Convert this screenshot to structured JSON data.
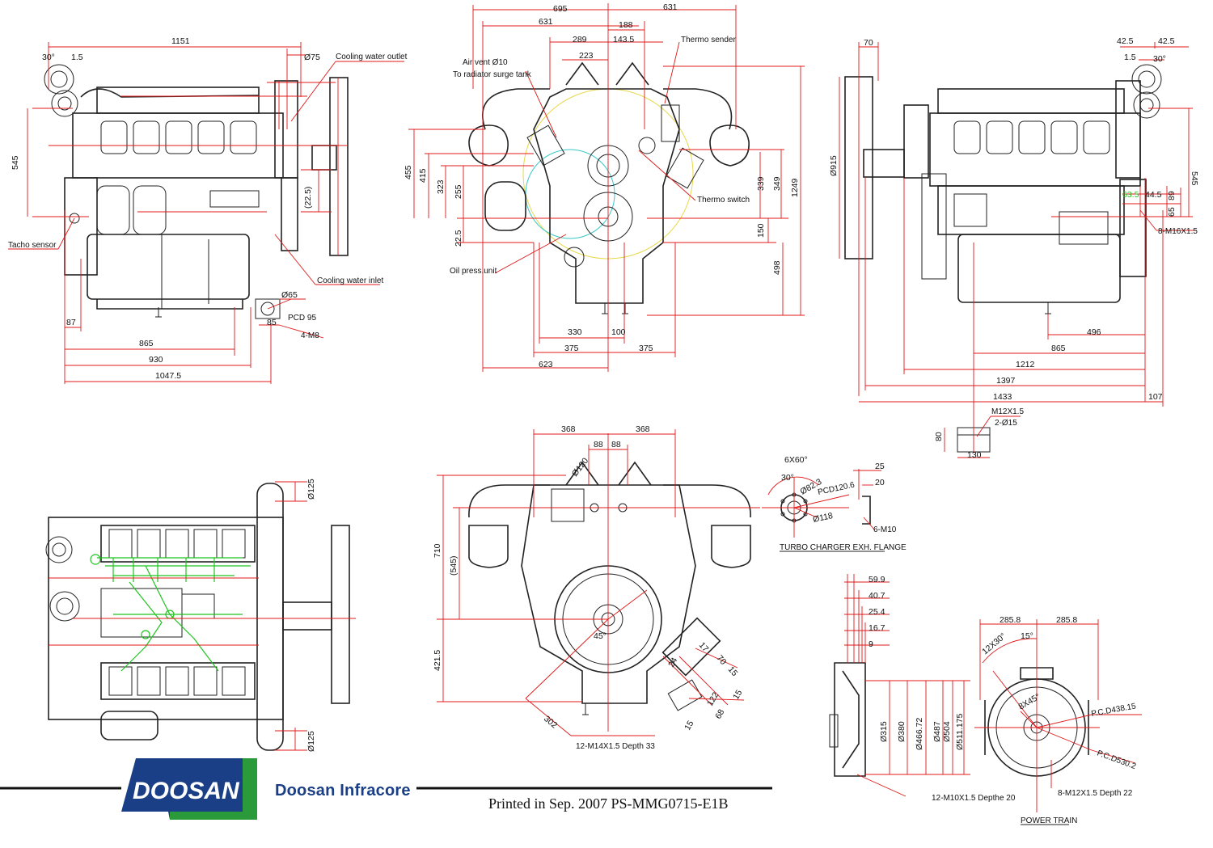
{
  "brand": {
    "logo_text": "DOOSAN",
    "company": "Doosan Infracore"
  },
  "footer": {
    "printed": "Printed in Sep. 2007 PS-MMG0715-E1B"
  },
  "colors": {
    "dimension_lines": "#e01818",
    "outline": "#222222",
    "fuel_lines": "#1fc41f",
    "brand_blue": "#1a3f86",
    "brand_green": "#2a9a3a"
  },
  "callouts": {
    "cooling_water_outlet": "Cooling water outlet",
    "cooling_water_inlet": "Cooling water inlet",
    "tacho_sensor": "Tacho sensor",
    "air_vent": "Air vent Ø10",
    "to_radiator": "To radiator surge tank",
    "thermo_sender": "Thermo sender",
    "thermo_switch": "Thermo switch",
    "oil_press_unit": "Oil press.unit",
    "pcd95": "PCD 95",
    "m8": "4-M8",
    "m16": "8-M16X1.5",
    "m12": "M12X1.5",
    "d15": "2-Ø15",
    "m14": "12-M14X1.5 Depth 33",
    "m10": "6-M10",
    "pcd1206": "PCD120.6",
    "turbo_flange": "TURBO CHARGER EXH. FLANGE",
    "m10x": "12-M10X1.5 Depthe 20",
    "m12x": "8-M12X1.5 Depth 22",
    "pc438": "P.C.D438.15",
    "pc530": "P.C.D530.2",
    "power_train": "POWER TRAIN"
  },
  "dims": {
    "tl": {
      "d1151": "1151",
      "d30": "30°",
      "d15": "1.5",
      "d75": "Ø75",
      "d545": "545",
      "d225": "(22.5)",
      "d87": "87",
      "d865": "865",
      "d930": "930",
      "d10475": "1047.5",
      "d65": "Ø65",
      "d85": "85"
    },
    "tc": {
      "d695": "695",
      "d631a": "631",
      "d631b": "631",
      "d188": "188",
      "d289": "289",
      "d1435": "143.5",
      "d223": "223",
      "d455": "455",
      "d415": "415",
      "d323": "323",
      "d255": "255",
      "d225": "22.5",
      "d339": "339",
      "d349": "349",
      "d1249": "1249",
      "d150": "150",
      "d498": "498",
      "d330": "330",
      "d100": "100",
      "d375a": "375",
      "d375b": "375",
      "d623": "623"
    },
    "tr": {
      "d70": "70",
      "d425a": "42.5",
      "d425b": "42.5",
      "d15": "1.5",
      "d30": "30°",
      "d915": "Ø915",
      "d545": "545",
      "d635": "63.5",
      "d445": "44.5",
      "d89": "89",
      "d65": "65",
      "d496": "496",
      "d865": "865",
      "d1212": "1212",
      "d1397": "1397",
      "d1433": "1433",
      "d107": "107",
      "d80": "80",
      "d130": "130"
    },
    "bc": {
      "d368a": "368",
      "d368b": "368",
      "d88a": "88",
      "d88b": "88",
      "d120": "Ø120",
      "d710": "710",
      "d545": "(545)",
      "d4215": "421.5",
      "d45": "45°",
      "d302": "302",
      "d17": "17",
      "d70": "70",
      "d15a": "15",
      "d24": "24",
      "d122": "122",
      "d68": "68",
      "d15b": "15",
      "d15c": "15"
    },
    "bl": {
      "d125a": "Ø125",
      "d125b": "Ø125"
    },
    "flange": {
      "d6x60": "6X60°",
      "d30": "30°",
      "d823": "Ø82.3",
      "d118": "Ø118",
      "d25": "25",
      "d20": "20"
    },
    "pt": {
      "d599": "59.9",
      "d407": "40.7",
      "d254": "25.4",
      "d167": "16.7",
      "d9": "9",
      "d315": "Ø315",
      "d380": "Ø380",
      "d46672": "Ø466.72",
      "d487": "Ø487",
      "d504": "Ø504",
      "d511175": "Ø511.175",
      "d2858a": "285.8",
      "d2858b": "285.8",
      "d12x30": "12X30°",
      "d15": "15°",
      "d8x45": "8X45°"
    }
  }
}
